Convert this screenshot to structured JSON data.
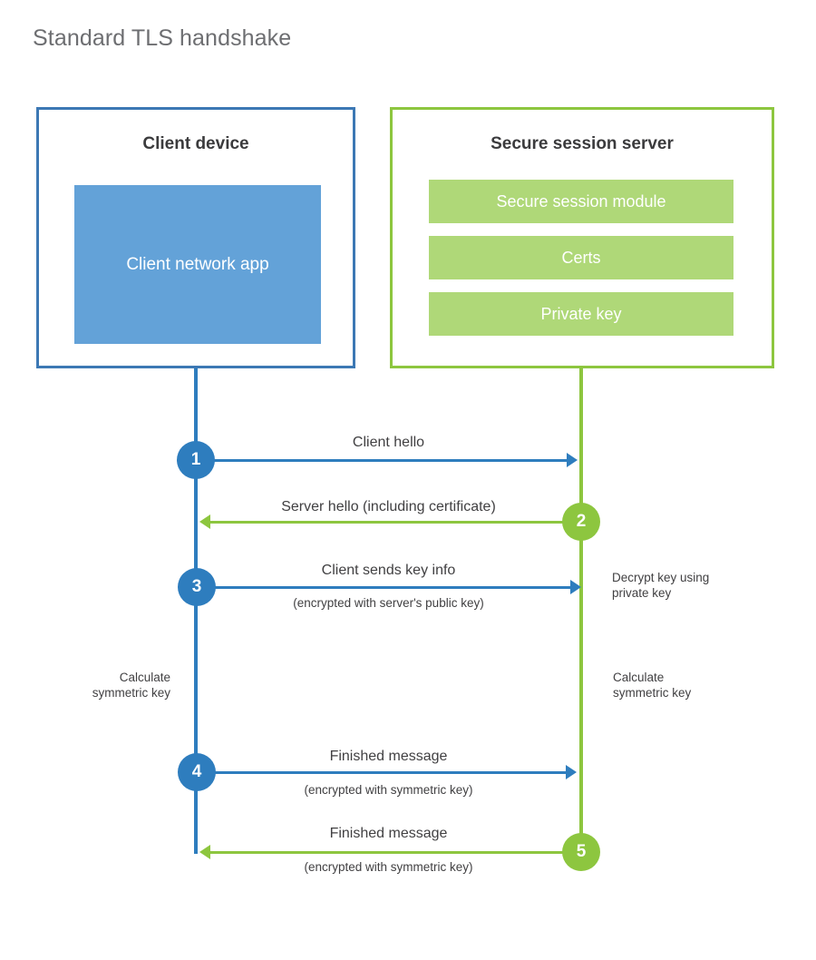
{
  "diagram": {
    "title": "Standard TLS handshake",
    "accent_blue": "#2E7DBE",
    "accent_green": "#8DC63F",
    "client_app_fill": "#63A2D8",
    "server_bar_fill": "#AFD878",
    "client_border": "#3C78B4",
    "server_border": "#8DC63F"
  },
  "client": {
    "title": "Client device",
    "app_label": "Client network\napp"
  },
  "server": {
    "title": "Secure session server",
    "bars": [
      {
        "label": "Secure session module"
      },
      {
        "label": "Certs"
      },
      {
        "label": "Private key"
      }
    ]
  },
  "steps": [
    {
      "number": "1",
      "label": "Client hello",
      "sub": "",
      "direction": "client-to-server",
      "color": "blue"
    },
    {
      "number": "2",
      "label": "Server hello (including certificate)",
      "sub": "",
      "direction": "server-to-client",
      "color": "green"
    },
    {
      "number": "3",
      "label": "Client sends key info",
      "sub": "(encrypted with server's public key)",
      "direction": "client-to-server",
      "color": "blue"
    },
    {
      "number": "4",
      "label": "Finished message",
      "sub": "(encrypted with symmetric key)",
      "direction": "client-to-server",
      "color": "blue"
    },
    {
      "number": "5",
      "label": "Finished message",
      "sub": "(encrypted with symmetric key)",
      "direction": "server-to-client",
      "color": "green"
    }
  ],
  "annotations": {
    "decrypt_key": "Decrypt key using\nprivate key",
    "client_calc": "Calculate\nsymmetric key",
    "server_calc": "Calculate\nsymmetric key"
  }
}
